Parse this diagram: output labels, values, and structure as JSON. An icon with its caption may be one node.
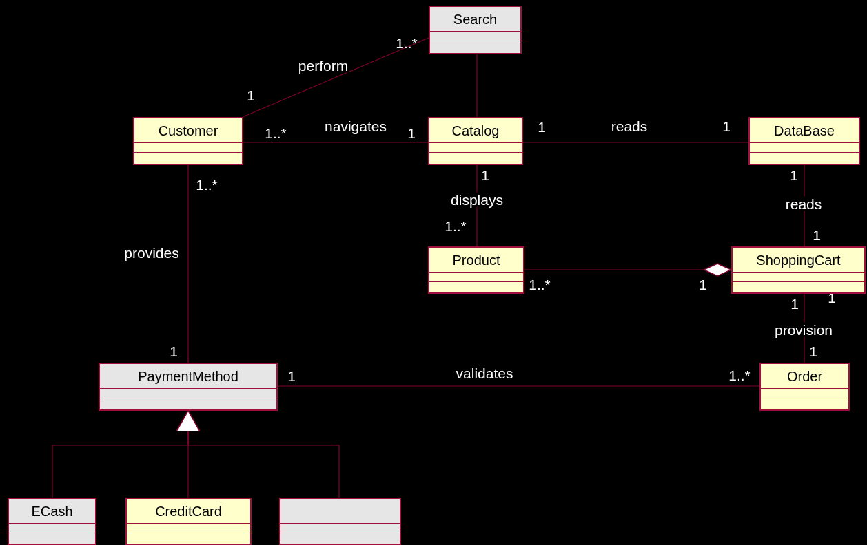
{
  "diagram": {
    "nodes": [
      {
        "text": [
          "Search"
        ]
      },
      {
        "text": [
          "Customer"
        ]
      },
      {
        "text": [
          "Catalog"
        ]
      },
      {
        "text": [
          "DataBase"
        ]
      },
      {
        "text": [
          "Product"
        ]
      },
      {
        "text": [
          "ShoppingCart"
        ]
      },
      {
        "text": [
          "PaymentMethod"
        ]
      },
      {
        "text": [
          "Order"
        ]
      },
      {
        "text": [
          "ECash"
        ]
      },
      {
        "text": [
          "CreditCard"
        ]
      },
      {
        "text": [],
        "shape": "box"
      }
    ],
    "edges": [
      {
        "from": 1,
        "to": 0,
        "arrow": "none",
        "label": "perform"
      },
      {
        "from": 0,
        "to": 2,
        "arrow": "none"
      },
      {
        "from": 1,
        "to": 2,
        "arrow": "none",
        "label": "navigates"
      },
      {
        "from": 2,
        "to": 3,
        "arrow": "none",
        "label": "reads"
      },
      {
        "from": 2,
        "to": 4,
        "arrow": "none",
        "label": "displays"
      },
      {
        "from": 3,
        "to": 5,
        "arrow": "none",
        "label": "reads"
      },
      {
        "from": 4,
        "to": 5,
        "arrow": "other"
      },
      {
        "from": 1,
        "to": 6,
        "arrow": "none",
        "label": "provides"
      },
      {
        "from": 5,
        "to": 7,
        "arrow": "none",
        "label": "provision"
      },
      {
        "from": 6,
        "to": 7,
        "arrow": "none",
        "label": "validates"
      },
      {
        "from": 8,
        "to": 6,
        "arrow": "to"
      },
      {
        "from": 9,
        "to": 6,
        "arrow": "to"
      },
      {
        "from": 10,
        "to": 6,
        "arrow": "to"
      }
    ],
    "labels": [
      "1..*",
      "1",
      "1..*",
      "1",
      "1",
      "1",
      "1..*",
      "1",
      "1",
      "1..*",
      "1",
      "1..*",
      "1",
      "1",
      "1",
      "1",
      "1",
      "1",
      "1..*"
    ]
  }
}
